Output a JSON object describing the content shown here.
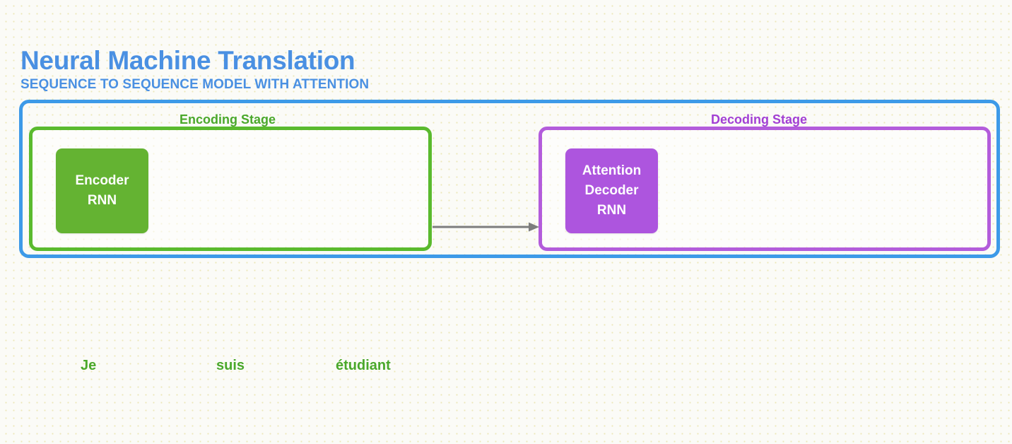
{
  "header": {
    "title": "Neural Machine Translation",
    "subtitle": "SEQUENCE TO SEQUENCE MODEL WITH ATTENTION"
  },
  "model": {
    "encoding_stage": {
      "label": "Encoding Stage",
      "block": {
        "line1": "Encoder",
        "line2": "RNN"
      }
    },
    "decoding_stage": {
      "label": "Decoding Stage",
      "block": {
        "line1": "Attention",
        "line2": "Decoder",
        "line3": "RNN"
      }
    },
    "flow_arrow": "arrow-right-icon"
  },
  "source_sentence": {
    "words": [
      {
        "text": "Je"
      },
      {
        "text": "suis"
      },
      {
        "text": "étudiant"
      }
    ]
  },
  "colors": {
    "brand_blue": "#4a90e2",
    "container_border_blue": "#3d9ae8",
    "encoder_green": "#64b332",
    "encoder_border_green": "#5aba2e",
    "encoder_text_green": "#4aa82b",
    "decoder_purple": "#ad55de",
    "decoder_border_purple": "#b35cdb",
    "decoder_text_purple": "#a23fd4",
    "arrow_gray": "#7d7d7d",
    "background": "#fbfbf7"
  }
}
